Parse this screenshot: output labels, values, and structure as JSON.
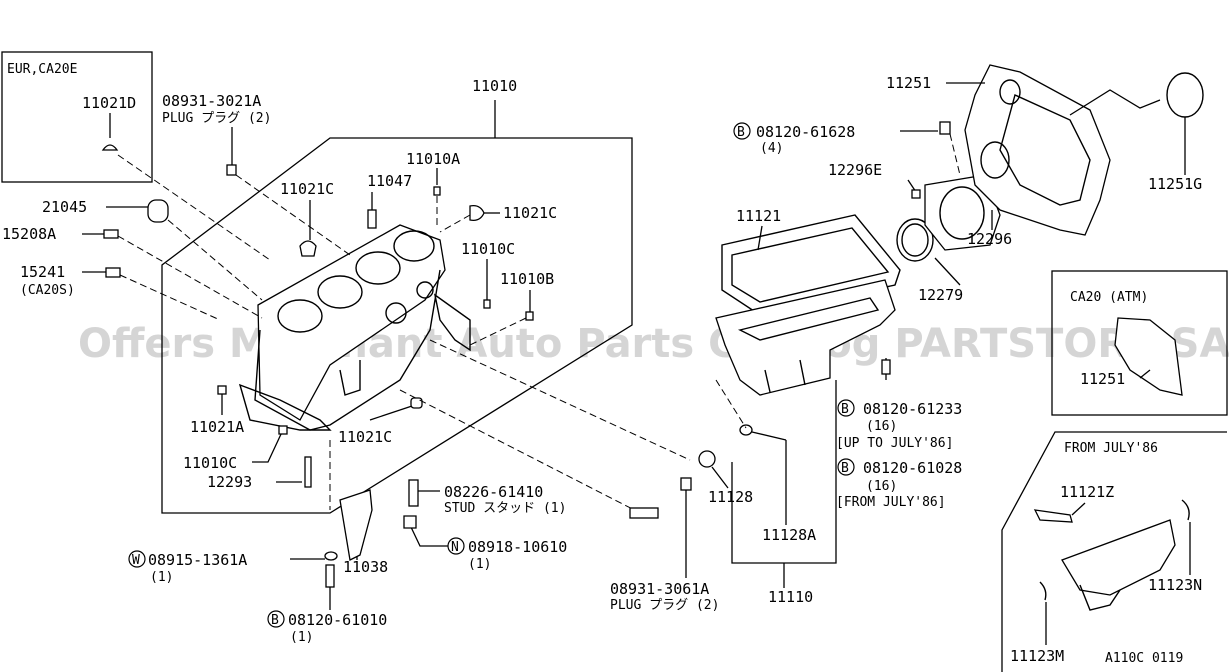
{
  "watermark": "Offers Merchant Auto Parts Catalog PARTSTORE.SA",
  "figure_code": "A110C 0119",
  "inset_eur": {
    "title": "EUR,CA20E",
    "part": "11021D"
  },
  "inset_atm": {
    "title": "CA20 (ATM)",
    "part": "11251"
  },
  "inset_from": {
    "title": "FROM JULY'86",
    "parts": [
      "11121Z",
      "11123N",
      "11123M"
    ]
  },
  "labels": {
    "p11010": "11010",
    "p08931_3021A": "08931-3021A",
    "plug2a": "PLUG プラグ (2)",
    "p11010A": "11010A",
    "p11047": "11047",
    "p11021C_a": "11021C",
    "p11021C_b": "11021C",
    "p11021C_c": "11021C",
    "p21045": "21045",
    "p15208A": "15208A",
    "p15241": "15241",
    "ca20s": "(CA20S)",
    "p11010C_a": "11010C",
    "p11010B": "11010B",
    "p11021A": "11021A",
    "p11010C_b": "11010C",
    "p12293": "12293",
    "p08226": "08226-61410",
    "stud": "STUD スタッド (1)",
    "p11038": "11038",
    "w_circle": "W",
    "p08915": "08915-1361A",
    "qty1a": "(1)",
    "n_circle": "N",
    "p08918": "08918-10610",
    "qty1b": "(1)",
    "b_circle_a": "B",
    "p08120_61010": "08120-61010",
    "qty1c": "(1)",
    "p08931_3061A": "08931-3061A",
    "plug2b": "PLUG プラグ (2)",
    "p11110": "11110",
    "p11128": "11128",
    "p11128A": "11128A",
    "b_circle_b": "B",
    "p08120_61233": "08120-61233",
    "qty16a": "(16)",
    "upto": "[UP TO JULY'86]",
    "b_circle_c": "B",
    "p08120_61028": "08120-61028",
    "qty16b": "(16)",
    "fromjuly": "[FROM JULY'86]",
    "p11121": "11121",
    "p12279": "12279",
    "p12296": "12296",
    "p12296E": "12296E",
    "b_circle_d": "B",
    "p08120_61628": "08120-61628",
    "qty4": "(4)",
    "p11251": "11251",
    "p11251G": "11251G"
  }
}
